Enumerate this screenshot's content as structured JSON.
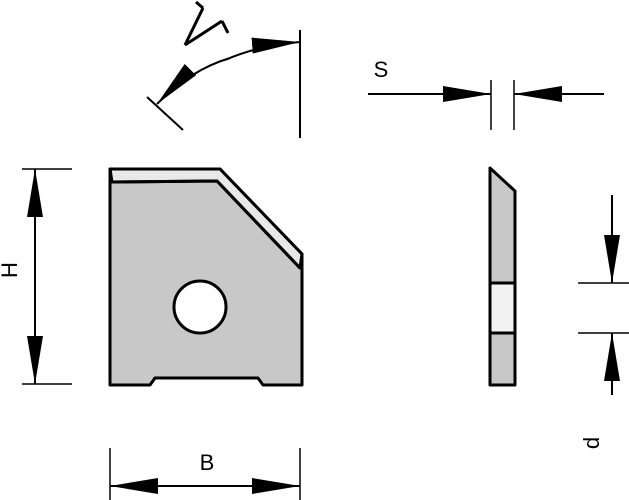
{
  "labels": {
    "height": "H",
    "width": "B",
    "thickness": "S",
    "hole_diameter": "d"
  },
  "colors": {
    "body_fill": "#c8c8c8",
    "bevel_fill": "#e8e8e8",
    "hole_fill": "#ffffff",
    "line": "#000000"
  }
}
